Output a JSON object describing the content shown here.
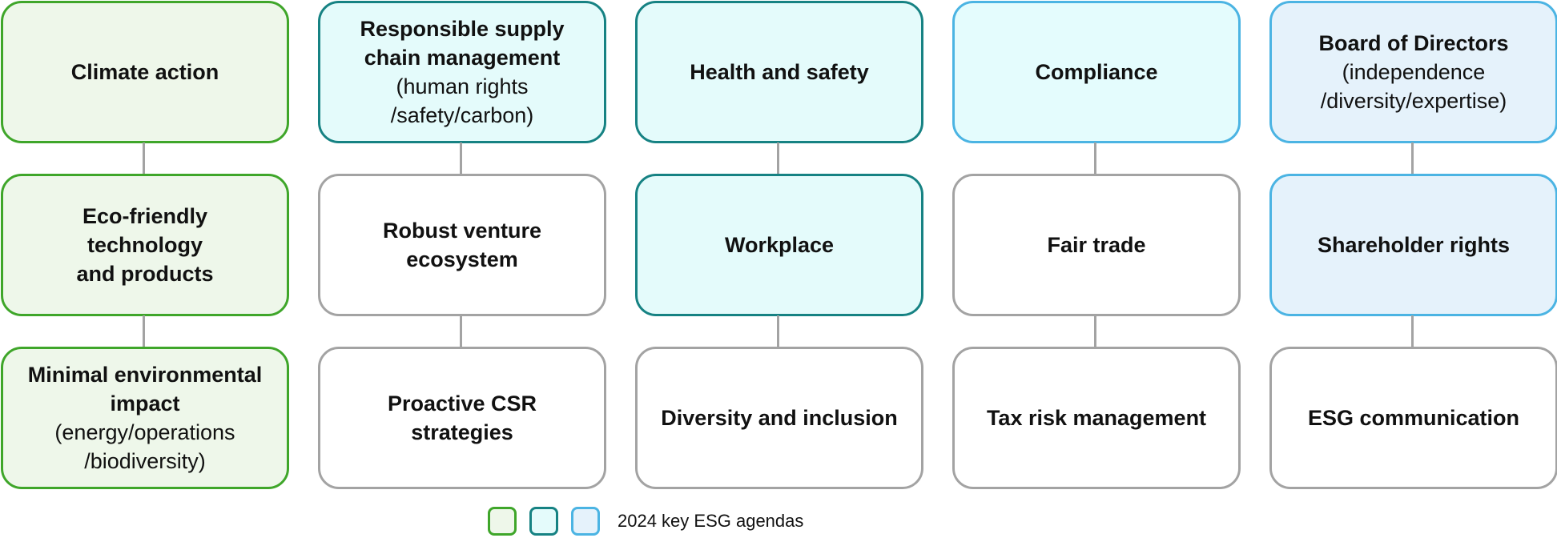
{
  "columns": [
    {
      "boxes": [
        {
          "bold": "Climate action",
          "sub": ""
        },
        {
          "bold": "Eco-friendly\ntechnology\nand products",
          "sub": ""
        },
        {
          "bold": "Minimal environmental\nimpact",
          "sub": "(energy/operations\n/biodiversity)"
        }
      ]
    },
    {
      "boxes": [
        {
          "bold": "Responsible supply\nchain management",
          "sub": "(human rights\n/safety/carbon)"
        },
        {
          "bold": "Robust venture\necosystem",
          "sub": ""
        },
        {
          "bold": "Proactive CSR\nstrategies",
          "sub": ""
        }
      ]
    },
    {
      "boxes": [
        {
          "bold": "Health and safety",
          "sub": ""
        },
        {
          "bold": "Workplace",
          "sub": ""
        },
        {
          "bold": "Diversity and inclusion",
          "sub": ""
        }
      ]
    },
    {
      "boxes": [
        {
          "bold": "Compliance",
          "sub": ""
        },
        {
          "bold": "Fair trade",
          "sub": ""
        },
        {
          "bold": "Tax risk management",
          "sub": ""
        }
      ]
    },
    {
      "boxes": [
        {
          "bold": "Board of Directors",
          "sub": "(independence\n/diversity/expertise)"
        },
        {
          "bold": "Shareholder rights",
          "sub": ""
        },
        {
          "bold": "ESG communication",
          "sub": ""
        }
      ]
    }
  ],
  "legend": {
    "label": "2024 key ESG agendas",
    "colors": {
      "green": "#3fa62a",
      "teal": "#168283",
      "sky": "#4bb4e3",
      "neutral": "#a3a3a3"
    }
  }
}
